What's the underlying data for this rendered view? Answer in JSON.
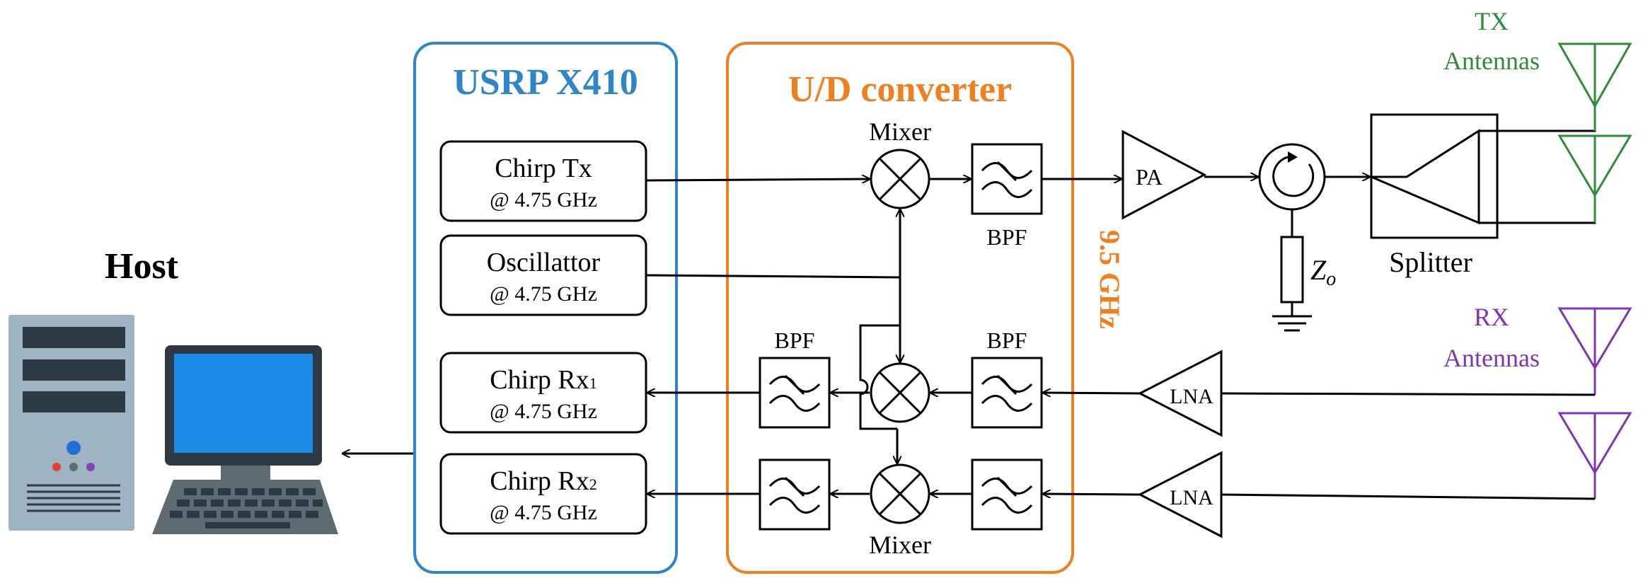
{
  "host": {
    "label": "Host"
  },
  "usrp": {
    "title": "USRP X410",
    "color": "#2e86c8",
    "blocks": {
      "chirp_tx": {
        "name": "Chirp Tx",
        "freq": "@ 4.75 GHz"
      },
      "oscillator": {
        "name": "Oscillattor",
        "freq": "@ 4.75 GHz"
      },
      "chirp_rx1": {
        "name": "Chirp Rx",
        "sub": "1",
        "freq": "@ 4.75 GHz"
      },
      "chirp_rx2": {
        "name": "Chirp Rx",
        "sub": "2",
        "freq": "@ 4.75 GHz"
      }
    }
  },
  "converter": {
    "title": "U/D converter",
    "color": "#f07f1f",
    "mixer_top": "Mixer",
    "mixer_bottom": "Mixer",
    "bpf_tx": "BPF",
    "bpf_rx_left": "BPF",
    "bpf_rx_right": "BPF",
    "rf_freq": "9.5 GHz"
  },
  "rf": {
    "pa": "PA",
    "lna1": "LNA",
    "lna2": "LNA",
    "load": "Z",
    "load_sub": "o",
    "splitter": "Splitter"
  },
  "antennas": {
    "tx_line1": "TX",
    "tx_line2": "Antennas",
    "tx_color": "#2e8b3a",
    "rx_line1": "RX",
    "rx_line2": "Antennas",
    "rx_color": "#7d35b0"
  },
  "computer_colors": {
    "tower": "#9fb4c3",
    "screen": "#1a8ae6",
    "dark": "#2d3a45",
    "led_blue": "#1f6fd0",
    "led_red": "#e0402c",
    "led_gray": "#5f6b73",
    "led_purple": "#8a3fbf"
  }
}
